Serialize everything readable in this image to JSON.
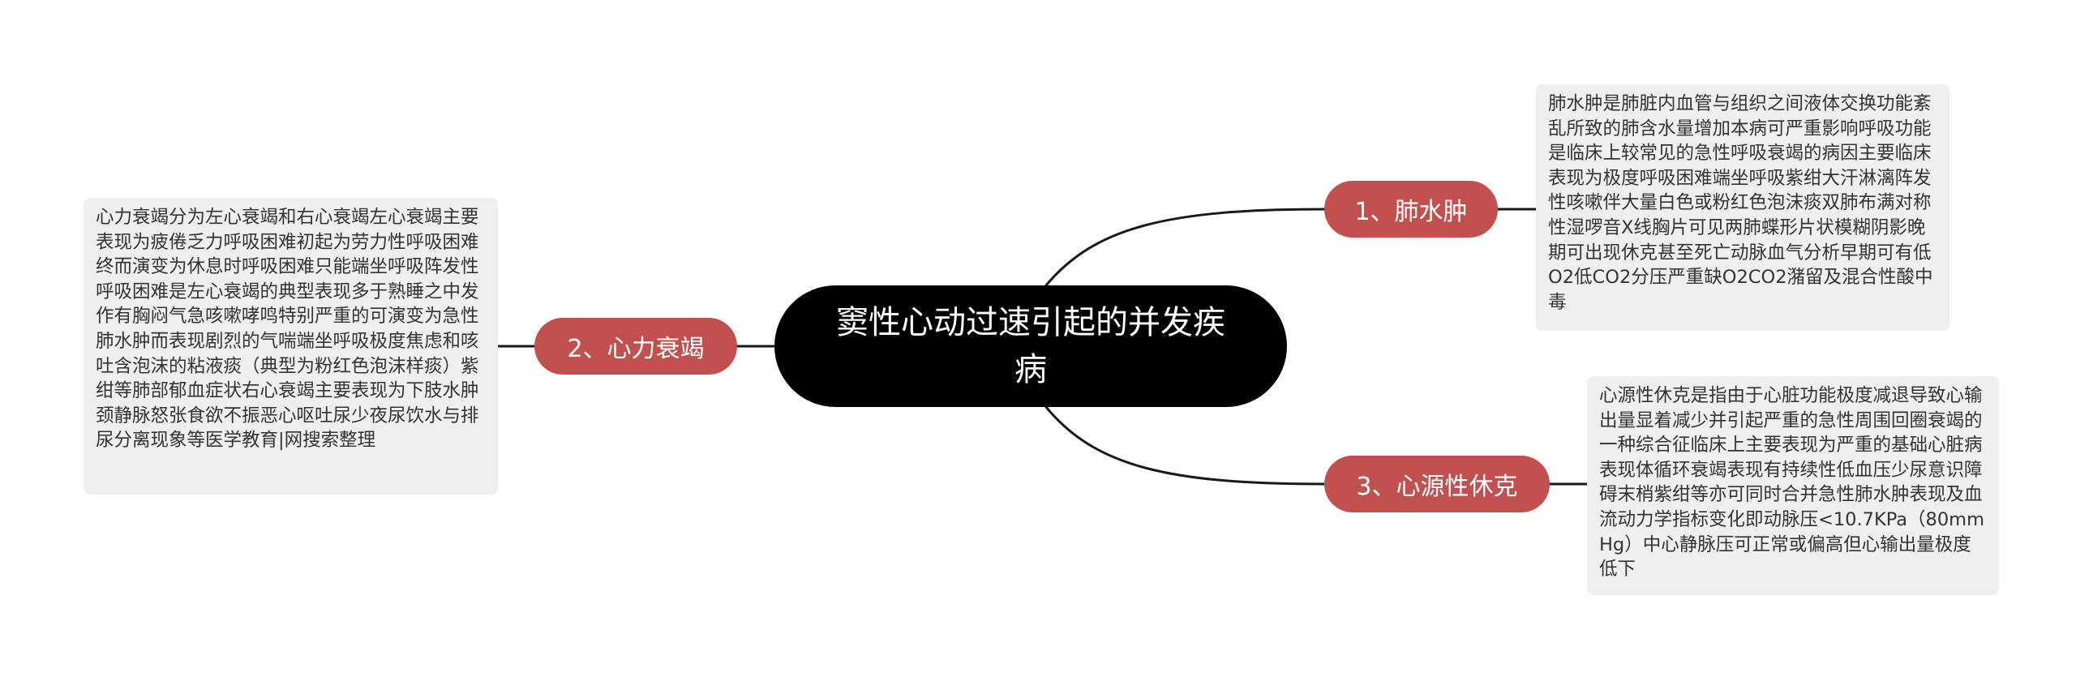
{
  "root": {
    "title": "窦性心动过速引起的并发疾病"
  },
  "branches": [
    {
      "label": "1、肺水肿",
      "detail": "肺水肿是肺脏内血管与组织之间液体交换功能紊乱所致的肺含水量增加本病可严重影响呼吸功能是临床上较常见的急性呼吸衰竭的病因主要临床表现为极度呼吸困难端坐呼吸紫绀大汗淋漓阵发性咳嗽伴大量白色或粉红色泡沫痰双肺布满对称性湿啰音X线胸片可见两肺蝶形片状模糊阴影晚期可出现休克甚至死亡动脉血气分析早期可有低O2低CO2分压严重缺O2CO2潴留及混合性酸中毒"
    },
    {
      "label": "2、心力衰竭",
      "detail": "心力衰竭分为左心衰竭和右心衰竭左心衰竭主要表现为疲倦乏力呼吸困难初起为劳力性呼吸困难终而演变为休息时呼吸困难只能端坐呼吸阵发性呼吸困难是左心衰竭的典型表现多于熟睡之中发作有胸闷气急咳嗽哮鸣特别严重的可演变为急性肺水肿而表现剧烈的气喘端坐呼吸极度焦虑和咳吐含泡沫的粘液痰（典型为粉红色泡沫样痰）紫绀等肺部郁血症状右心衰竭主要表现为下肢水肿颈静脉怒张食欲不振恶心呕吐尿少夜尿饮水与排尿分离现象等医学教育|网搜索整理"
    },
    {
      "label": "3、心源性休克",
      "detail": "心源性休克是指由于心脏功能极度减退导致心输出量显着减少并引起严重的急性周围回圈衰竭的一种综合征临床上主要表现为严重的基础心脏病表现体循环衰竭表现有持续性低血压少尿意识障碍末梢紫绀等亦可同时合并急性肺水肿表现及血流动力学指标变化即动脉压<10.7KPa（80mmHg）中心静脉压可正常或偏高但心输出量极度低下"
    }
  ],
  "colors": {
    "root_fill": "#000000",
    "branch_fill": "#c1504f",
    "leaf_fill": "#efefef",
    "connector": "#1a1a1a"
  }
}
